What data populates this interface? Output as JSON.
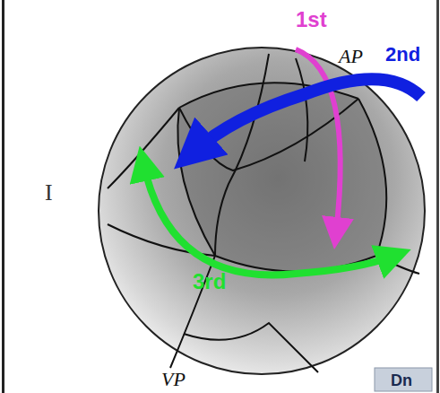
{
  "diagram": {
    "labels": [
      "1st",
      "AP",
      "2nd",
      "I",
      "3rd",
      "VP",
      "Dn"
    ]
  }
}
